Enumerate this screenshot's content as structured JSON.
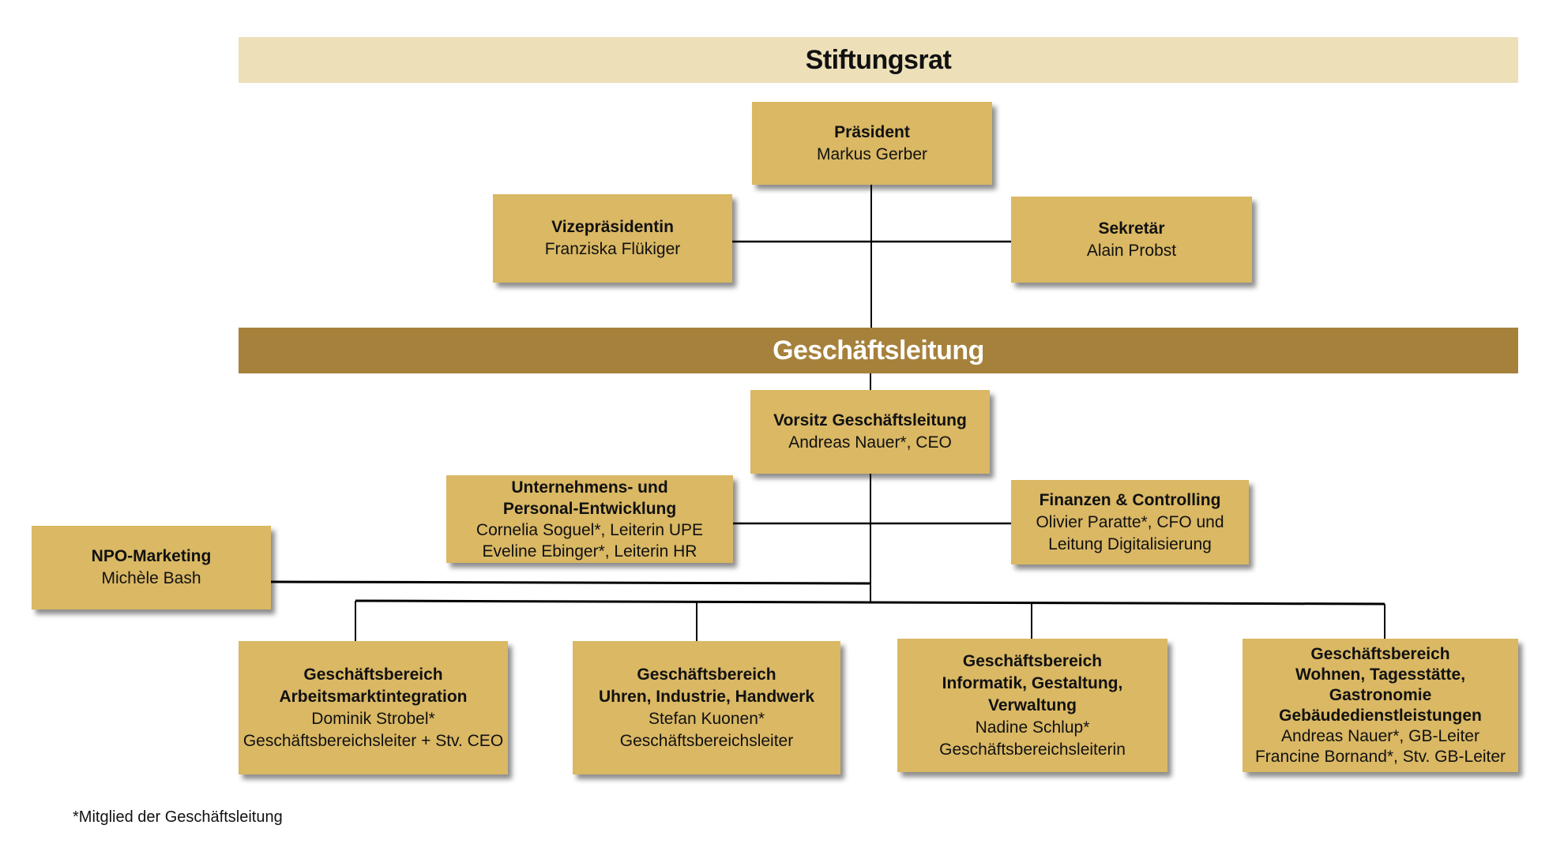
{
  "header": {
    "board_label": "Stiftungsrat",
    "management_label": "Geschäftsleitung"
  },
  "colors": {
    "board_band": "#EDDFB8",
    "management_band": "#A6813B",
    "box_fill": "#DAB864",
    "connector": "#000000"
  },
  "board": {
    "president": {
      "title": "Präsident",
      "lines": [
        "Markus Gerber"
      ]
    },
    "vice_president": {
      "title": "Vizepräsidentin",
      "lines": [
        "Franziska Flükiger"
      ]
    },
    "secretary": {
      "title": "Sekretär",
      "lines": [
        "Alain Probst"
      ]
    }
  },
  "management": {
    "chair": {
      "title": "Vorsitz Geschäftsleitung",
      "lines": [
        "Andreas Nauer*, CEO"
      ]
    },
    "upe": {
      "title_lines": [
        "Unternehmens- und",
        "Personal-Entwicklung"
      ],
      "lines": [
        "Cornelia Soguel*, Leiterin UPE",
        "Eveline Ebinger*, Leiterin HR"
      ]
    },
    "finance": {
      "title": "Finanzen & Controlling",
      "lines": [
        "Olivier Paratte*, CFO und",
        "Leitung Digitalisierung"
      ]
    },
    "marketing": {
      "title": "NPO-Marketing",
      "lines": [
        "Michèle Bash"
      ]
    }
  },
  "divisions": [
    {
      "title_lines": [
        "Geschäftsbereich",
        "Arbeitsmarktintegration"
      ],
      "lines": [
        "Dominik Strobel*",
        "Geschäftsbereichsleiter + Stv. CEO"
      ]
    },
    {
      "title_lines": [
        "Geschäftsbereich",
        "Uhren, Industrie, Handwerk"
      ],
      "lines": [
        "Stefan Kuonen*",
        "Geschäftsbereichsleiter"
      ]
    },
    {
      "title_lines": [
        "Geschäftsbereich",
        "Informatik, Gestaltung, Verwaltung"
      ],
      "lines": [
        "Nadine Schlup*",
        "Geschäftsbereichsleiterin"
      ]
    },
    {
      "title_lines": [
        "Geschäftsbereich",
        "Wohnen, Tagesstätte, Gastronomie",
        "Gebäudedienstleistungen"
      ],
      "lines": [
        "Andreas Nauer*, GB-Leiter",
        "Francine Bornand*, Stv. GB-Leiter"
      ]
    }
  ],
  "footnote": "*Mitglied der Geschäftsleitung"
}
